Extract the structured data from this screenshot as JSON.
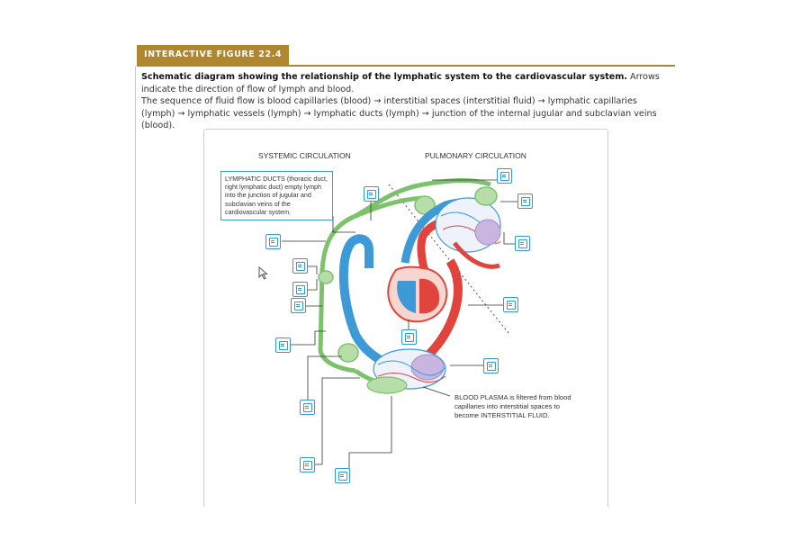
{
  "figure": {
    "header": "INTERACTIVE FIGURE 22.4",
    "caption_bold": "Schematic diagram showing the relationship of the lymphatic system to the cardiovascular system.",
    "caption_rest": " Arrows indicate the direction of flow of lymph and blood.",
    "caption_seq": "The sequence of fluid flow is blood capillaries (blood) → interstitial spaces (interstitial fluid) → lymphatic capillaries (lymph) → lymphatic vessels (lymph) → lymphatic ducts (lymph) → junction of the internal jugular and subclavian veins (blood)."
  },
  "diagram": {
    "systemic_label": "SYSTEMIC CIRCULATION",
    "pulmonary_label": "PULMONARY CIRCULATION",
    "ducts_text": "LYMPHATIC DUCTS (thoracic duct, right lymphatic duct) empty lymph into the junction of jugular and subclavian veins of the cardiovascular system.",
    "plasma_text": "BLOOD PLASMA is filtered from blood capillaries into interstitial spaces to become INTERSTITIAL FLUID."
  },
  "colors": {
    "header": "#b0862e",
    "lymph": "#7cc26b",
    "vein": "#3d9ad6",
    "artery": "#e0443c",
    "capillary": "#a58fc7",
    "hotspot": "#2f9bd7"
  },
  "hotspot_icon": "text-lines-icon"
}
